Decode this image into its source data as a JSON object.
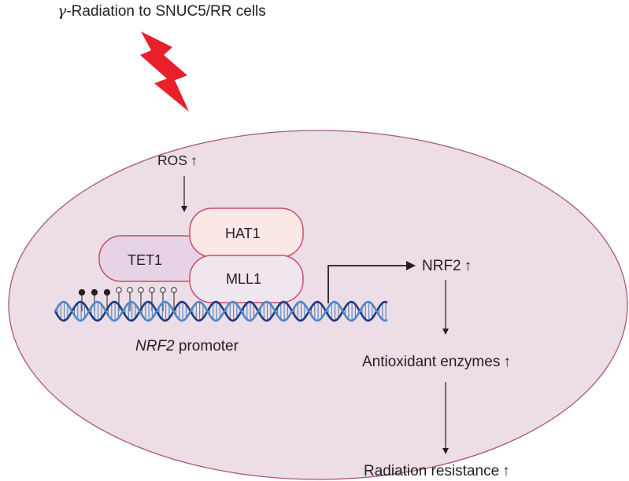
{
  "title": {
    "greek": "γ",
    "rest": "-Radiation to SNUC5/RR cells"
  },
  "labels": {
    "ros": "ROS",
    "hat1": "HAT1",
    "tet1": "TET1",
    "mll1": "MLL1",
    "promoter_gene": "NRF2",
    "promoter_rest": " promoter",
    "nrf2": "NRF2",
    "antioxidant": "Antioxidant enzymes",
    "resistance": "Radiation resistance"
  },
  "up_arrow": "↑",
  "colors": {
    "cell_fill": "#ecdde6",
    "cell_stroke": "#a8577b",
    "lightning": "#e8202a",
    "hat1_fill": "#fbe7e6",
    "tet1_fill": "#e6d4e6",
    "mll1_fill": "#efe6f0",
    "box_stroke": "#c94f64",
    "dna_dark": "#203a7a",
    "dna_light": "#4f86c6",
    "text": "#231f20"
  },
  "methylation_marks": {
    "filled": 3,
    "open": 6
  }
}
